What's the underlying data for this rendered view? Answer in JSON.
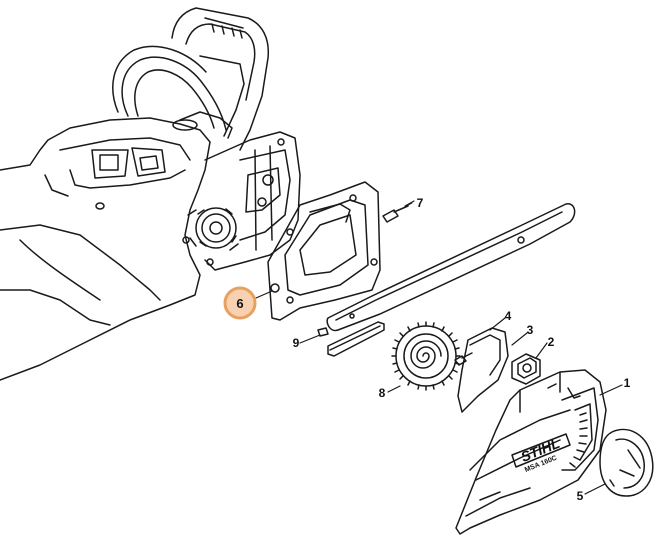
{
  "diagram": {
    "highlight_color": "#e8a060",
    "highlighted_callout": "6",
    "callouts": [
      "1",
      "2",
      "3",
      "4",
      "5",
      "6",
      "7",
      "8",
      "9"
    ],
    "cover_brand": "STIHL",
    "cover_model": "MSA 160C"
  }
}
